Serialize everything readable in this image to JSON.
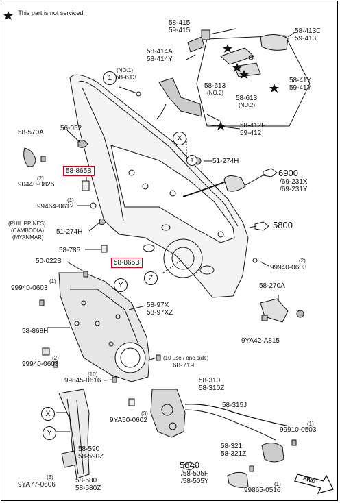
{
  "note": "This part is not serviced.",
  "labels": {
    "p58_415": "58-415",
    "p59_415": "59-415",
    "p58_413c": "58-413C",
    "p59_413": "59-413",
    "p58_414a": "58-414A",
    "p58_414y": "58-414Y",
    "no1": "(NO.1)",
    "p58_613a": "58-613",
    "p58_613b": "58-613",
    "no2a": "(NO.2)",
    "p58_613c": "58-613",
    "no2b": "(NO.2)",
    "p58_41y": "58-41Y",
    "p59_41y": "59-41Y",
    "p58_570a": "58-570A",
    "p56_052": "56-052",
    "p58_412f": "58-412F",
    "p59_412": "59-412",
    "p51_274h_a": "51-274H",
    "p58_865b_a": "58-865B",
    "q2_a": "(2)",
    "p90440": "90440-0825",
    "q1_a": "(1)",
    "p99464": "99464-0612",
    "p6900": "6900",
    "p69_231x": "/69-231X",
    "p69_231y": "/69-231Y",
    "philippines": "(PHILIPPINES)",
    "cambodia": "(CAMBODIA)",
    "myanmar": "(MYANMAR)",
    "p51_274h_b": "51-274H",
    "p5800": "5800",
    "p58_785": "58-785",
    "p58_865b_b": "58-865B",
    "p50_022b": "50-022B",
    "q2_b": "(2)",
    "p99940_a": "99940-0603",
    "q1_b": "(1)",
    "p99940_b": "99940-0603",
    "p58_270a": "58-270A",
    "p58_97x": "58-97X",
    "p58_97xz": "58-97XZ",
    "p58_868h": "58-868H",
    "p9ya42": "9YA42-A815",
    "q2_c": "(2)",
    "p99940_c": "99940-0603",
    "use10": "(10 use / one side)",
    "p68_719": "68-719",
    "q10": "(10)",
    "p99845": "99845-0616",
    "p58_310": "58-310",
    "p58_310z": "58-310Z",
    "q3_a": "(3)",
    "p9ya50": "9YA50-0602",
    "p58_315j": "58-315J",
    "q1_c": "(1)",
    "p99910": "99910-0503",
    "p58_590": "58-590",
    "p58_590z": "58-590Z",
    "p58_321": "58-321",
    "p58_321z": "58-321Z",
    "p5840": "5840",
    "p58_505f": "/58-505F",
    "p58_505y": "/58-505Y",
    "q3_b": "(3)",
    "p9ya77": "9YA77-0606",
    "p58_580": "58-580",
    "p58_580z": "58-580Z",
    "q1_d": "(1)",
    "p99865": "99865-0516",
    "fwd": "FWD"
  },
  "callouts": {
    "x1": "X",
    "y1": "Y",
    "z1": "Z",
    "x2": "X",
    "y2": "Y",
    "c1a": "1",
    "c1b": "1",
    "c1c": "1"
  },
  "colors": {
    "highlight": "#d0021b",
    "line": "#111111"
  }
}
